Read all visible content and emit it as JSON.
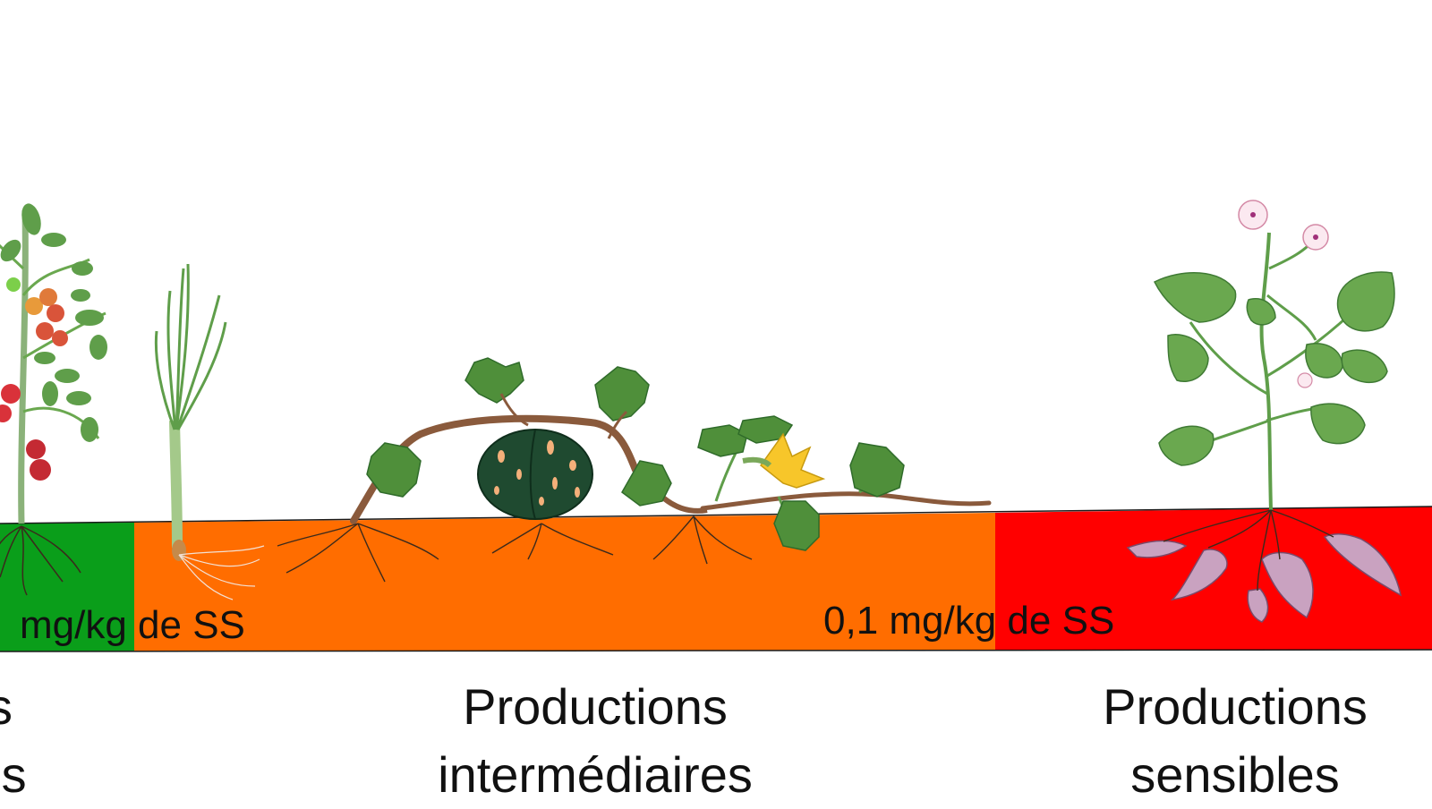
{
  "colors": {
    "zone_tolerant": "#0a9e1a",
    "zone_intermediate": "#ff6d00",
    "zone_sensitive": "#ff0000",
    "leaf": "#6aa84f",
    "leaf_dark": "#2f6b2a",
    "stem": "#8a5a3c",
    "root": "#5a3e2b"
  },
  "zones": [
    {
      "key": "tolerant",
      "color": "#0a9e1a"
    },
    {
      "key": "intermediate",
      "color": "#ff6d00"
    },
    {
      "key": "sensitive",
      "color": "#ff0000"
    }
  ],
  "thresholds": [
    {
      "label": "mg/kg de SS"
    },
    {
      "label": "0,1 mg/kg de SS"
    }
  ],
  "categories": [
    {
      "line1": "s",
      "line2": "es"
    },
    {
      "line1": "Productions",
      "line2": "intermédiaires"
    },
    {
      "line1": "Productions",
      "line2": "sensibles"
    }
  ],
  "plants": [
    "tomato-plant",
    "leek-plant",
    "pumpkin-plant",
    "zucchini-plant",
    "sweet-potato-plant"
  ]
}
